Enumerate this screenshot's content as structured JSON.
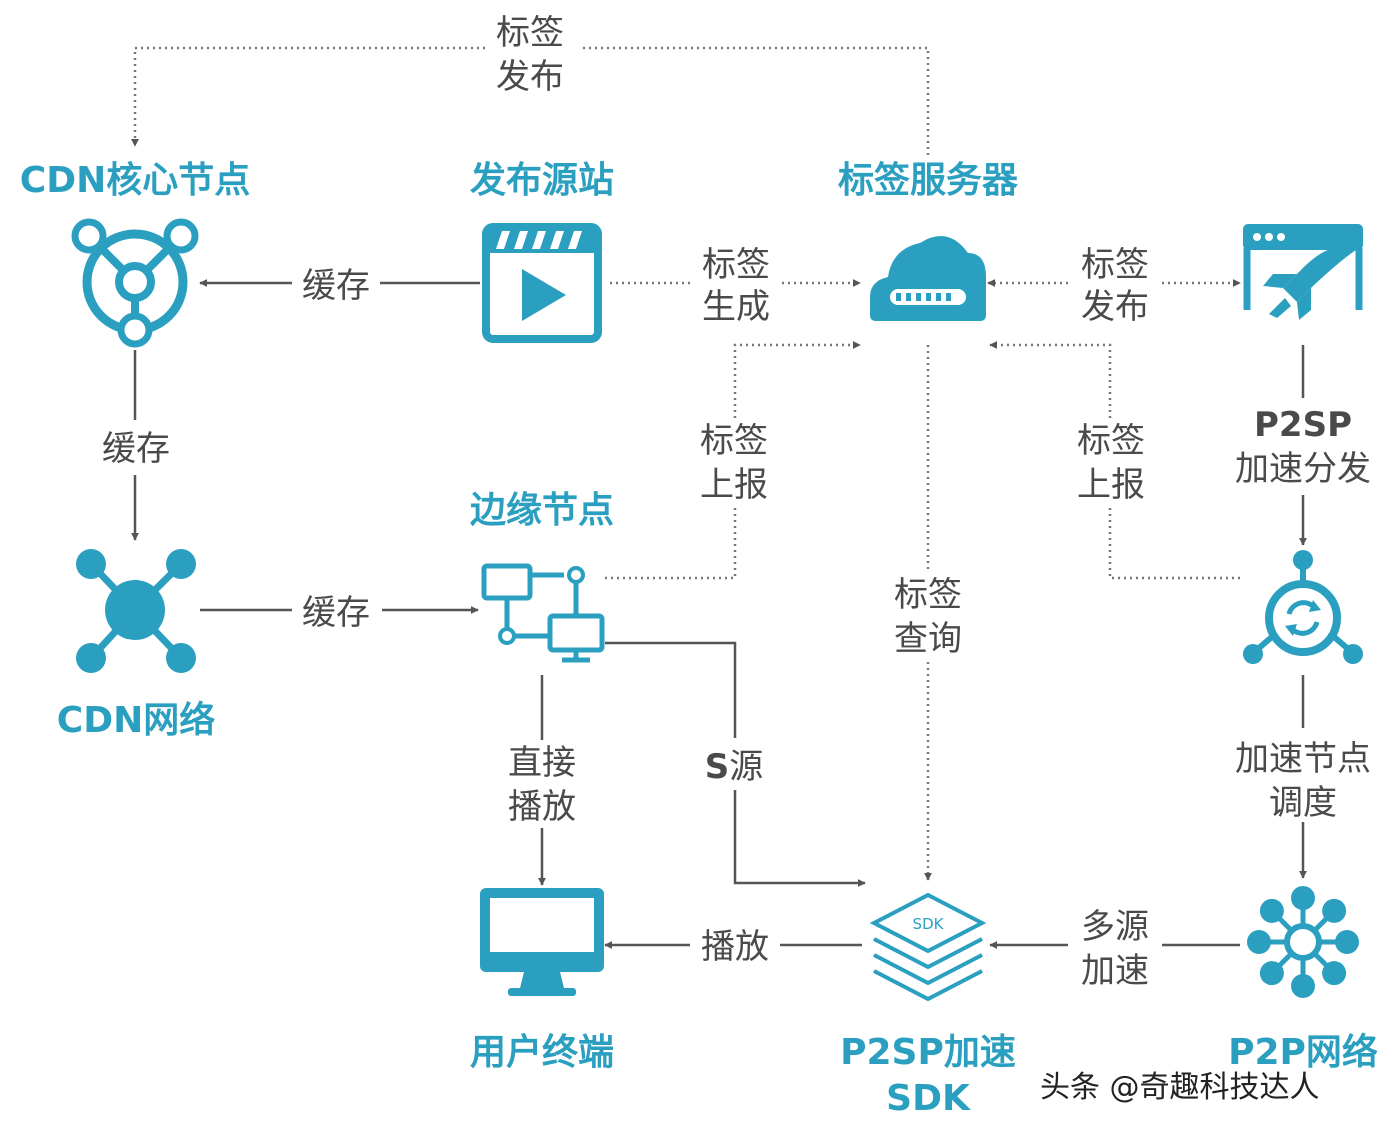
{
  "nodes": {
    "cdn_core": "CDN核心节点",
    "publish_origin": "发布源站",
    "tag_server": "标签服务器",
    "cdn_network": "CDN网络",
    "edge_node": "边缘节点",
    "user_terminal": "用户终端",
    "sdk_name": "P2SP加速",
    "sdk_suffix": "SDK",
    "sdk_badge": "SDK",
    "p2p_network": "P2P网络"
  },
  "edges": {
    "top_line1": "标签",
    "top_line2": "发布",
    "cache_origin_core": "缓存",
    "cache_core_network": "缓存",
    "cache_network_edge": "缓存",
    "tag_gen_line1": "标签",
    "tag_gen_line2": "生成",
    "tag_pub_line1": "标签",
    "tag_pub_line2": "发布",
    "edge_report_line1": "标签",
    "edge_report_line2": "上报",
    "p2p_report_line1": "标签",
    "p2p_report_line2": "上报",
    "p2sp_line1": "P2SP",
    "p2sp_line2": "加速分发",
    "tag_query_line1": "标签",
    "tag_query_line2": "查询",
    "direct_line1": "直接",
    "direct_line2": "播放",
    "s_source_bold": "S",
    "s_source_rest": "源",
    "play": "播放",
    "multi_line1": "多源",
    "multi_line2": "加速",
    "sched_line1": "加速节点",
    "sched_line2": "调度"
  },
  "watermark": "头条 @奇趣科技达人",
  "colors": {
    "accent": "#2a9fc0",
    "line": "#555555",
    "text": "#4a4a4a"
  },
  "icons": [
    "cdn-core-icon",
    "video-player-icon",
    "cloud-server-icon",
    "rocket-window-icon",
    "cdn-network-icon",
    "edge-node-icon",
    "monitor-icon",
    "sdk-stack-icon",
    "p2p-node-icon",
    "p2p-network-icon"
  ]
}
